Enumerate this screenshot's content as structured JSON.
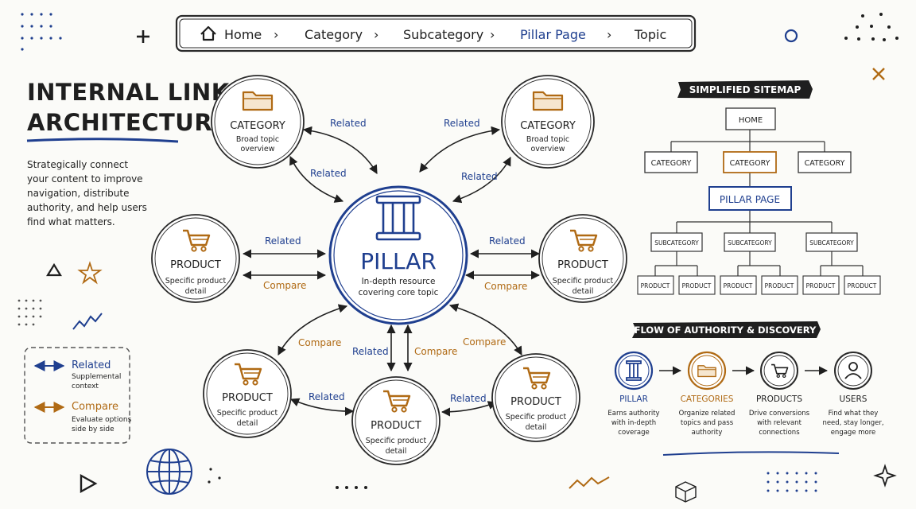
{
  "breadcrumb": [
    "Home",
    "Category",
    "Subcategory",
    "Pillar Page",
    "Topic"
  ],
  "title": {
    "line1": "INTERNAL LINKING",
    "line2": "ARCHITECTURE"
  },
  "description": [
    "Strategically connect",
    "your content to improve",
    "navigation, distribute",
    "authority, and help users",
    "find what matters."
  ],
  "legend": {
    "related": {
      "label": "Related",
      "desc1": "Supplemental",
      "desc2": "context"
    },
    "compare": {
      "label": "Compare",
      "desc1": "Evaluate options",
      "desc2": "side by side"
    }
  },
  "pillar": {
    "title": "PILLAR",
    "desc1": "In-depth resource",
    "desc2": "covering core topic"
  },
  "category": {
    "title": "CATEGORY",
    "desc1": "Broad topic",
    "desc2": "overview"
  },
  "product": {
    "title": "PRODUCT",
    "desc1": "Specific product",
    "desc2": "detail"
  },
  "edge_labels": {
    "related": "Related",
    "compare": "Compare"
  },
  "sitemap": {
    "title": "SIMPLIFIED SITEMAP",
    "home": "HOME",
    "category": "CATEGORY",
    "pillar": "PILLAR PAGE",
    "subcategory": "SUBCATEGORY",
    "product": "PRODUCT"
  },
  "flow": {
    "title": "FLOW OF AUTHORITY & DISCOVERY",
    "steps": [
      {
        "title": "PILLAR",
        "lines": [
          "Earns authority",
          "with in-depth",
          "coverage"
        ]
      },
      {
        "title": "CATEGORIES",
        "lines": [
          "Organize related",
          "topics and pass",
          "authority"
        ]
      },
      {
        "title": "PRODUCTS",
        "lines": [
          "Drive conversions",
          "with relevant",
          "connections"
        ]
      },
      {
        "title": "USERS",
        "lines": [
          "Find what they",
          "need, stay longer,",
          "engage more"
        ]
      }
    ]
  },
  "colors": {
    "blue": "#1f3f8f",
    "orange": "#b06a14",
    "ink": "#1f1f1f"
  }
}
